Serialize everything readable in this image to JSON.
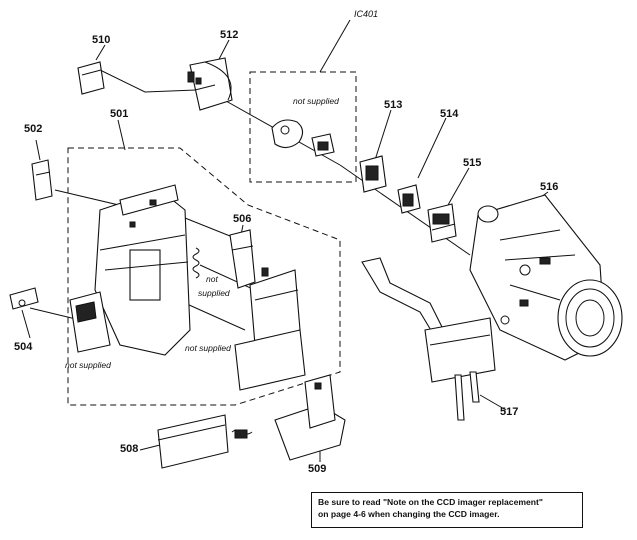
{
  "ic_label": "IC401",
  "labels": {
    "p501": "501",
    "p502": "502",
    "p504": "504",
    "p506": "506",
    "p508": "508",
    "p509": "509",
    "p510": "510",
    "p512": "512",
    "p513": "513",
    "p514": "514",
    "p515": "515",
    "p516": "516",
    "p517": "517"
  },
  "notes": {
    "not_supplied_ic": "not supplied",
    "not_supplied_spring_1": "not",
    "not_supplied_spring_2": "supplied",
    "not_supplied_bracket": "not supplied",
    "not_supplied_left": "not supplied"
  },
  "notice": {
    "line1": "Be sure to read \"Note on the CCD imager replacement\"",
    "line2": "on page 4-6 when changing the CCD imager."
  }
}
